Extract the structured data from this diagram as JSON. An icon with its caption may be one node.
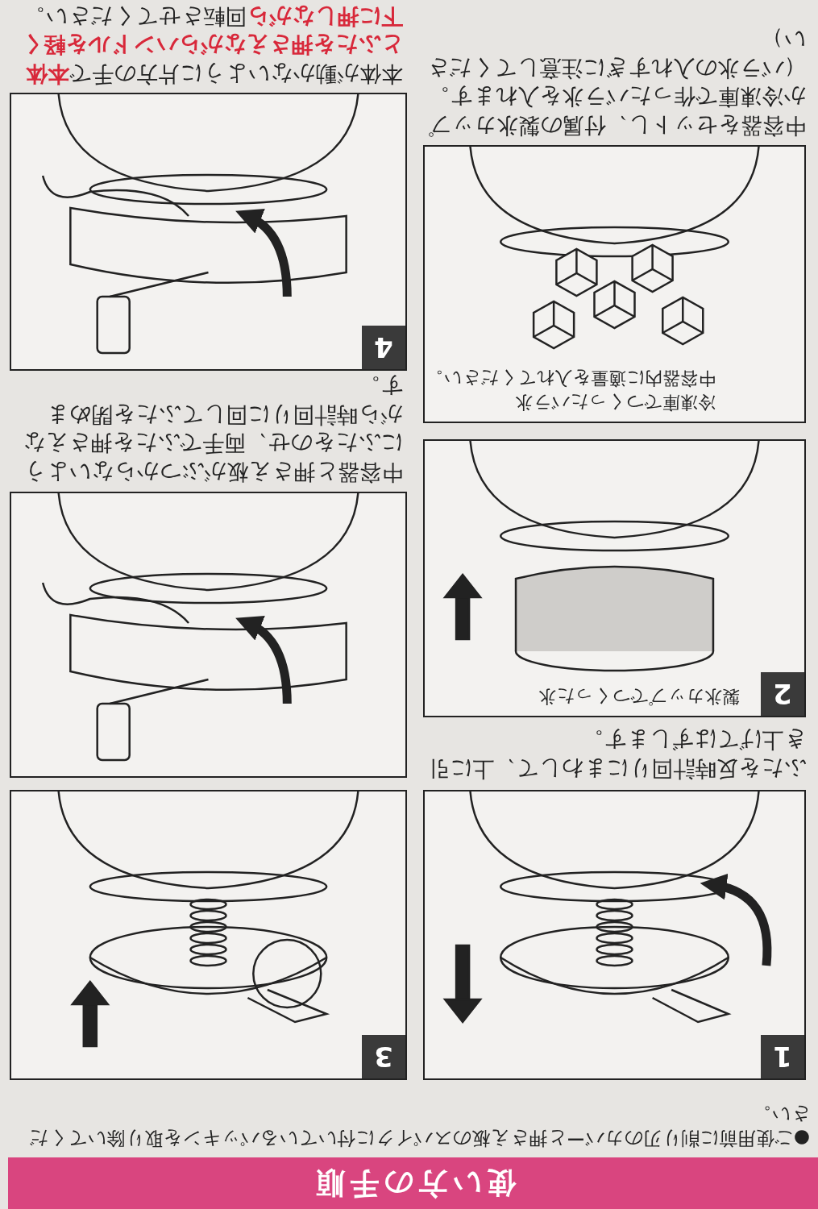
{
  "diagram": {
    "title": "使い方の手順",
    "nodes": [
      {
        "text": [
          "1"
        ]
      },
      {
        "text": [
          "3"
        ]
      },
      {
        "text": [],
        "shape": "box"
      },
      {
        "text": [
          "2",
          "製氷カップでつくった氷"
        ]
      },
      {
        "text": [
          "冷凍庫でつくったバラ氷",
          "中容器内に適量を入れてください。"
        ]
      },
      {
        "text": [
          "4"
        ]
      }
    ],
    "labels": [
      "●ご使用前に削り刃のカバーと押さえ板のスパイクに付いているパッキンを取り除いてください。",
      "ふたを反時計回りにまわして、上に引き上げてはずします。",
      "中容器と押さえ板がぶつからないようにふたをのせ、両手でふたを押さえながら時計回りに回してふたを閉めます。",
      "中容器をセットし、付属の製氷カップか冷凍庫で作ったバラ氷を入れます。（バラ氷の入れすぎに注意してください）",
      "本体が動かないように片方の手で**本体とふたを押さえながらハンドルを軽く下に押しながら**回転させてください。"
    ]
  }
}
